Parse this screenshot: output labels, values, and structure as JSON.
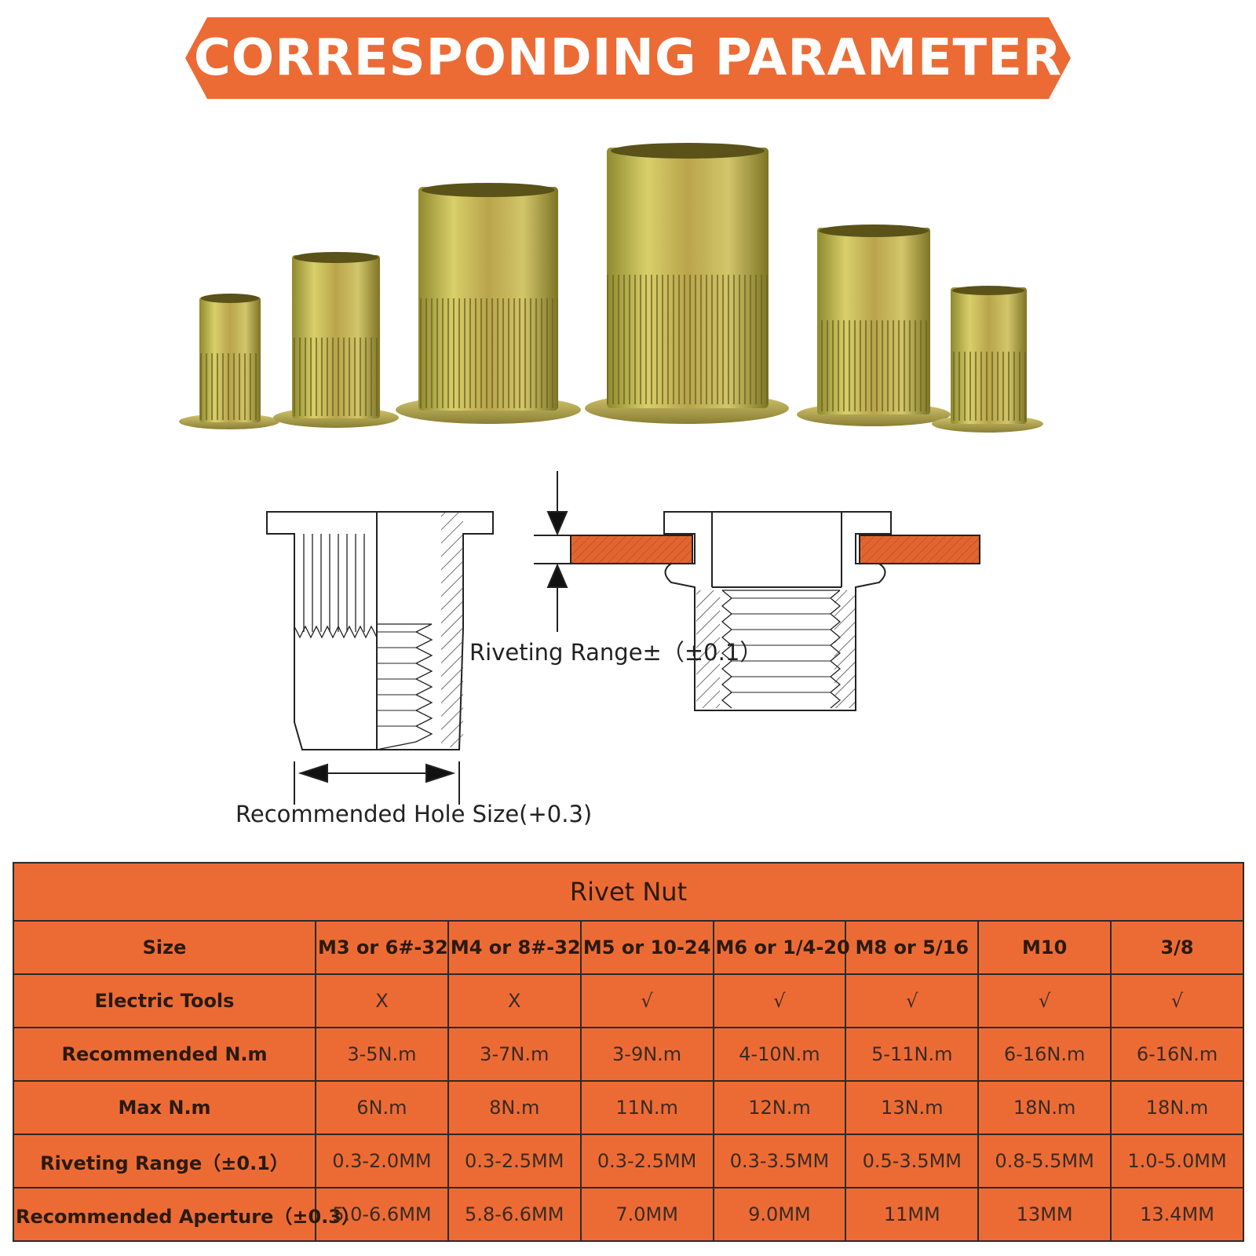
{
  "banner": {
    "title": "CORRESPONDING PARAMETER",
    "color": "#ec6b35"
  },
  "diagram": {
    "riveting_range_label": "Riveting Range±（±0.1）",
    "hole_size_label": "Recommended Hole Size(+0.3)",
    "sheet_color": "#e2652f"
  },
  "table": {
    "caption": "Rivet Nut",
    "rows": [
      {
        "label": "Size",
        "values": [
          "M3 or 6#-32",
          "M4 or 8#-32",
          "M5 or 10-24",
          "M6 or 1/4-20",
          "M8 or 5/16",
          "M10",
          "3/8"
        ]
      },
      {
        "label": "Electric Tools",
        "values": [
          "X",
          "X",
          "√",
          "√",
          "√",
          "√",
          "√"
        ]
      },
      {
        "label": "Recommended N.m",
        "values": [
          "3-5N.m",
          "3-7N.m",
          "3-9N.m",
          "4-10N.m",
          "5-11N.m",
          "6-16N.m",
          "6-16N.m"
        ]
      },
      {
        "label": "Max N.m",
        "values": [
          "6N.m",
          "8N.m",
          "11N.m",
          "12N.m",
          "13N.m",
          "18N.m",
          "18N.m"
        ]
      },
      {
        "label": "Riveting Range（±0.1）",
        "values": [
          "0.3-2.0MM",
          "0.3-2.5MM",
          "0.3-2.5MM",
          "0.3-3.5MM",
          "0.5-3.5MM",
          "0.8-5.5MM",
          "1.0-5.0MM"
        ]
      },
      {
        "label": "Recommended Aperture（±0.3）",
        "values": [
          "5.0-6.6MM",
          "5.8-6.6MM",
          "7.0MM",
          "9.0MM",
          "11MM",
          "13MM",
          "13.4MM"
        ]
      }
    ],
    "background": "#ec6b35"
  }
}
